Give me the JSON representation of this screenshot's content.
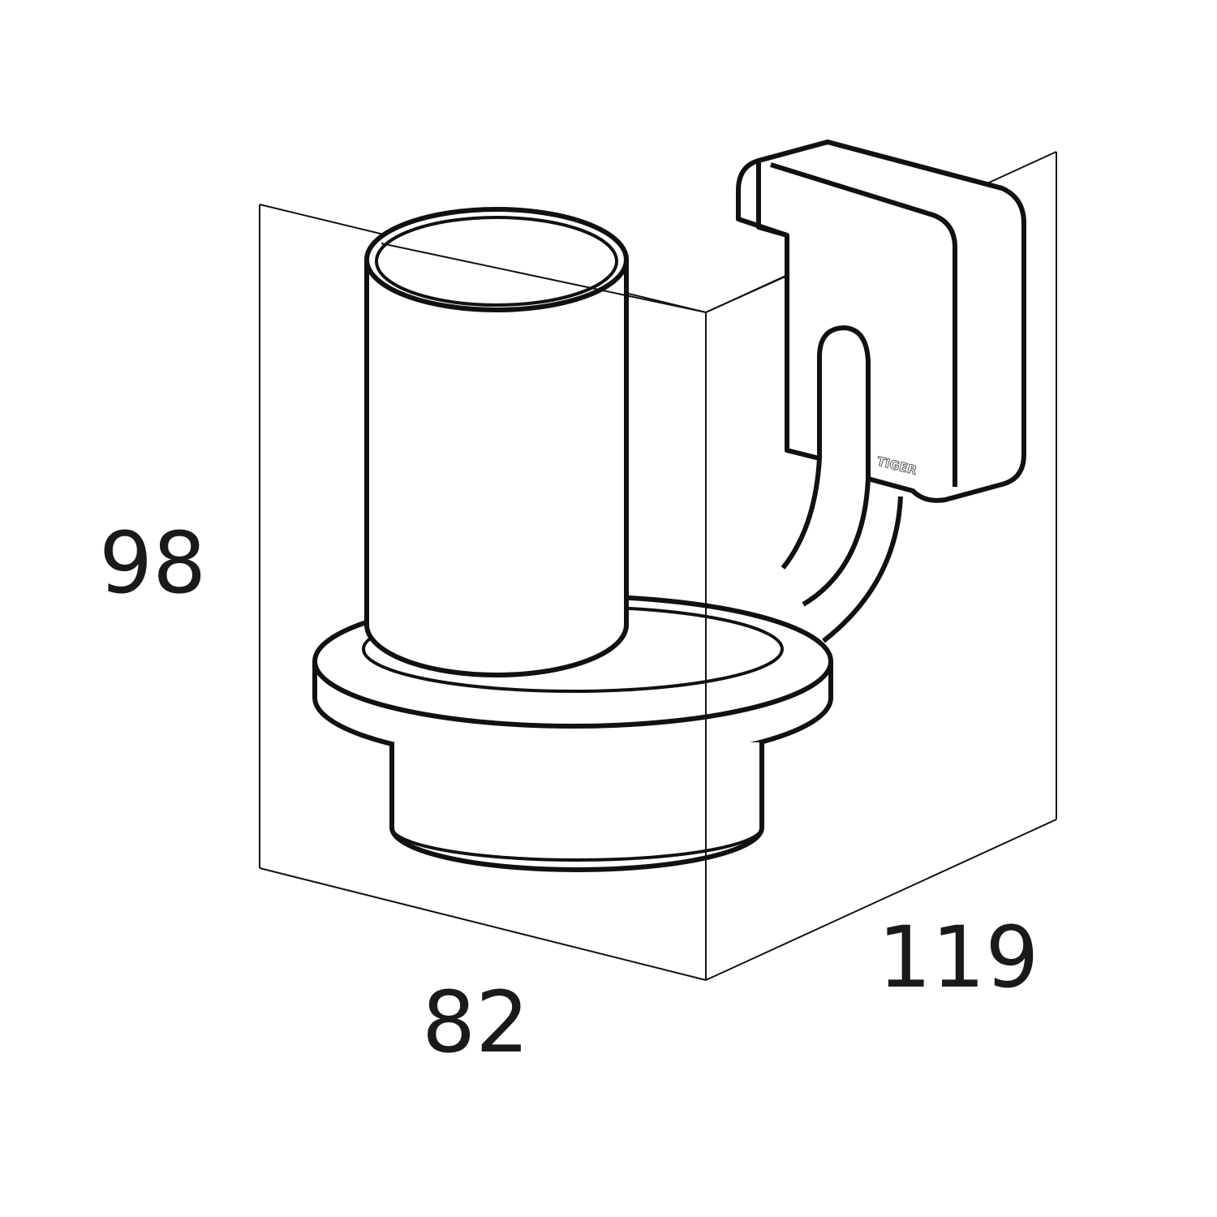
{
  "dimensions": {
    "height": "98",
    "width": "82",
    "depth": "119"
  },
  "logo": "TIGER",
  "colors": {
    "line": "#111111",
    "background": "#ffffff"
  }
}
